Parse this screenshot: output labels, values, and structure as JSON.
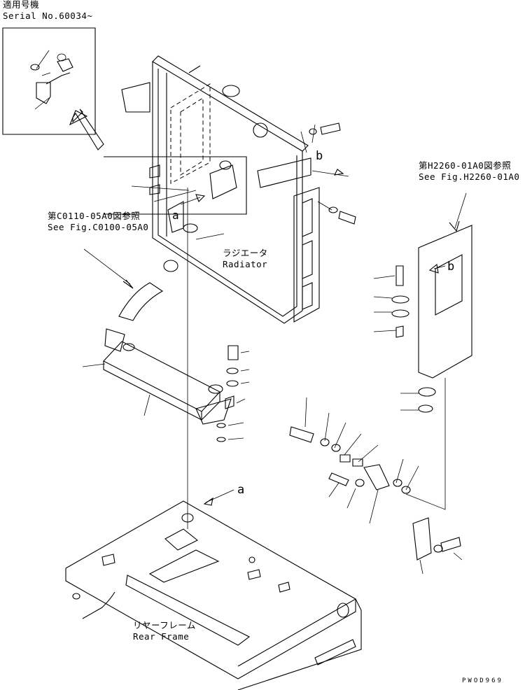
{
  "serial_box": {
    "title_jp": "適用号機",
    "serial": "Serial No.60034~"
  },
  "ref_h2260": {
    "jp": "第H2260-01A0図参照",
    "en": "See Fig.H2260-01A0"
  },
  "ref_c0110": {
    "jp": "第C0110-05A0図参照",
    "en": "See Fig.C0100-05A0"
  },
  "radiator": {
    "jp": "ラジエータ",
    "en": "Radiator"
  },
  "rear_frame": {
    "jp": "リヤーフレーム",
    "en": "Rear Frame"
  },
  "markers": {
    "a": "a",
    "b": "b"
  },
  "footer": {
    "code": "PWOD969"
  }
}
